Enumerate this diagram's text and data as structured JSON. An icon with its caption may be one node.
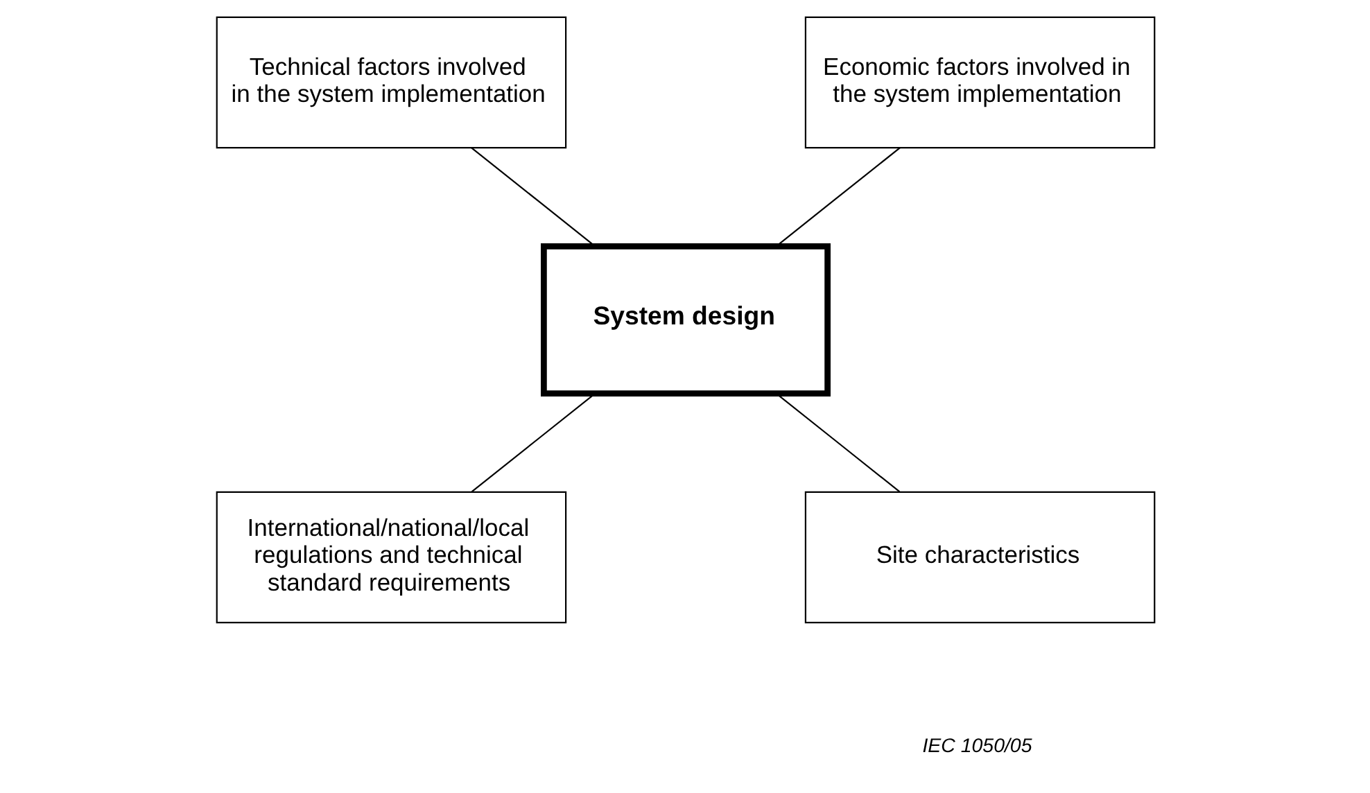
{
  "diagram": {
    "nodes": [
      {
        "text": [
          "Technical factors involved in the system implementation"
        ]
      },
      {
        "text": [
          "Economic factors involved in the system implementation"
        ]
      },
      {
        "text": [
          "System design"
        ]
      },
      {
        "text": [
          "International/national/local regulations and technical standard requirements"
        ]
      },
      {
        "text": [
          "Site characteristics"
        ]
      }
    ],
    "edges": [
      {
        "from": 0,
        "to": 2,
        "arrow": "none"
      },
      {
        "from": 1,
        "to": 2,
        "arrow": "none"
      },
      {
        "from": 2,
        "to": 3,
        "arrow": "none"
      },
      {
        "from": 2,
        "to": 4,
        "arrow": "none"
      }
    ],
    "labels": [
      "IEC 1050/05"
    ]
  }
}
